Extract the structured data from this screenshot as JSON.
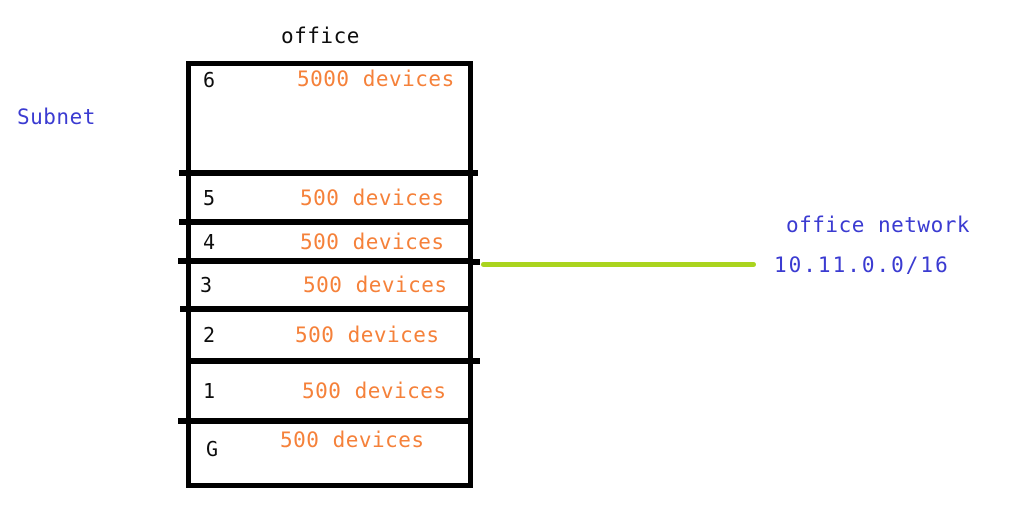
{
  "title": "office",
  "subnet_label": "Subnet",
  "building": {
    "floors": [
      {
        "label": "6",
        "devices": "5000 devices"
      },
      {
        "label": "5",
        "devices": "500 devices"
      },
      {
        "label": "4",
        "devices": "500 devices"
      },
      {
        "label": "3",
        "devices": "500 devices"
      },
      {
        "label": "2",
        "devices": "500 devices"
      },
      {
        "label": "1",
        "devices": "500 devices"
      },
      {
        "label": "G",
        "devices": "500 devices"
      }
    ]
  },
  "network": {
    "name": "office network",
    "cidr": "10.11.0.0/16"
  },
  "colors": {
    "devices_text": "#f5813a",
    "blue_text": "#3b3bd1",
    "link_line": "#aad41e",
    "outline": "#000000",
    "background": "#ffffff"
  }
}
